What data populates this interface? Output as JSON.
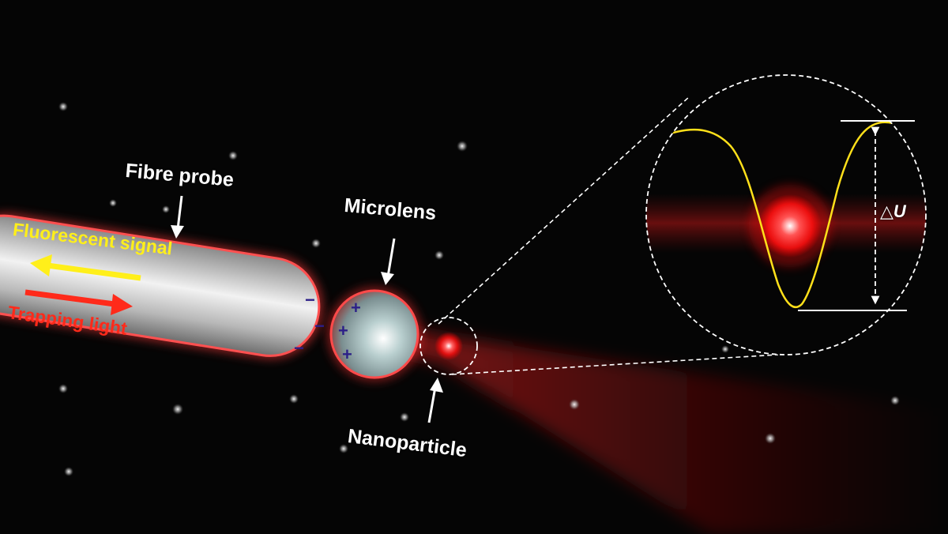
{
  "labels": {
    "fibre_probe": "Fibre probe",
    "microlens": "Microlens",
    "nanoparticle": "Nanoparticle",
    "fluorescent_signal": "Fluorescent signal",
    "trapping_light": "Trapping light",
    "delta_u": "△U"
  },
  "charges": {
    "minus": "−",
    "plus": "+"
  },
  "colors": {
    "background": "#050505",
    "fluorescent_arrow": "#ffef1a",
    "trapping_arrow": "#ff2a1a",
    "potential_curve": "#ffe01a",
    "charge_color": "#2c1f88",
    "beam_red": "#ff2020"
  },
  "icons": {
    "fibre_probe_arrow": "down-arrow-icon",
    "microlens_arrow": "down-arrow-icon",
    "nanoparticle_arrow": "up-arrow-icon"
  }
}
